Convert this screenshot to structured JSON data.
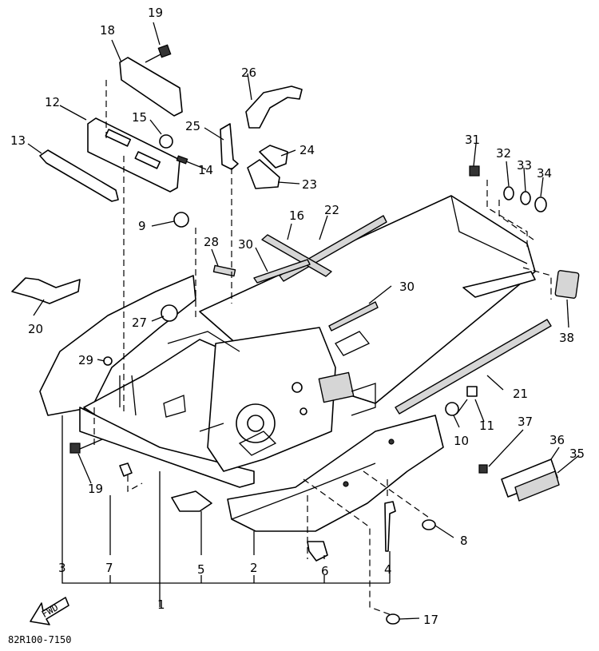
{
  "diagram": {
    "parts": [
      {
        "id": "1",
        "label": "1"
      },
      {
        "id": "2",
        "label": "2"
      },
      {
        "id": "3",
        "label": "3"
      },
      {
        "id": "4",
        "label": "4"
      },
      {
        "id": "5",
        "label": "5"
      },
      {
        "id": "6",
        "label": "6"
      },
      {
        "id": "7",
        "label": "7"
      },
      {
        "id": "8",
        "label": "8"
      },
      {
        "id": "9",
        "label": "9"
      },
      {
        "id": "10",
        "label": "10"
      },
      {
        "id": "11",
        "label": "11"
      },
      {
        "id": "12",
        "label": "12"
      },
      {
        "id": "13",
        "label": "13"
      },
      {
        "id": "14",
        "label": "14"
      },
      {
        "id": "15",
        "label": "15"
      },
      {
        "id": "16",
        "label": "16"
      },
      {
        "id": "17",
        "label": "17"
      },
      {
        "id": "18",
        "label": "18"
      },
      {
        "id": "19a",
        "label": "19"
      },
      {
        "id": "19b",
        "label": "19"
      },
      {
        "id": "20",
        "label": "20"
      },
      {
        "id": "21",
        "label": "21"
      },
      {
        "id": "22",
        "label": "22"
      },
      {
        "id": "23",
        "label": "23"
      },
      {
        "id": "24",
        "label": "24"
      },
      {
        "id": "25",
        "label": "25"
      },
      {
        "id": "26",
        "label": "26"
      },
      {
        "id": "27",
        "label": "27"
      },
      {
        "id": "28",
        "label": "28"
      },
      {
        "id": "29",
        "label": "29"
      },
      {
        "id": "30a",
        "label": "30"
      },
      {
        "id": "30b",
        "label": "30"
      },
      {
        "id": "31",
        "label": "31"
      },
      {
        "id": "32",
        "label": "32"
      },
      {
        "id": "33",
        "label": "33"
      },
      {
        "id": "34",
        "label": "34"
      },
      {
        "id": "35",
        "label": "35"
      },
      {
        "id": "36",
        "label": "36"
      },
      {
        "id": "37",
        "label": "37"
      },
      {
        "id": "38",
        "label": "38"
      }
    ],
    "fwd_label": "FWD",
    "drawing_code": "82R100-7150"
  }
}
